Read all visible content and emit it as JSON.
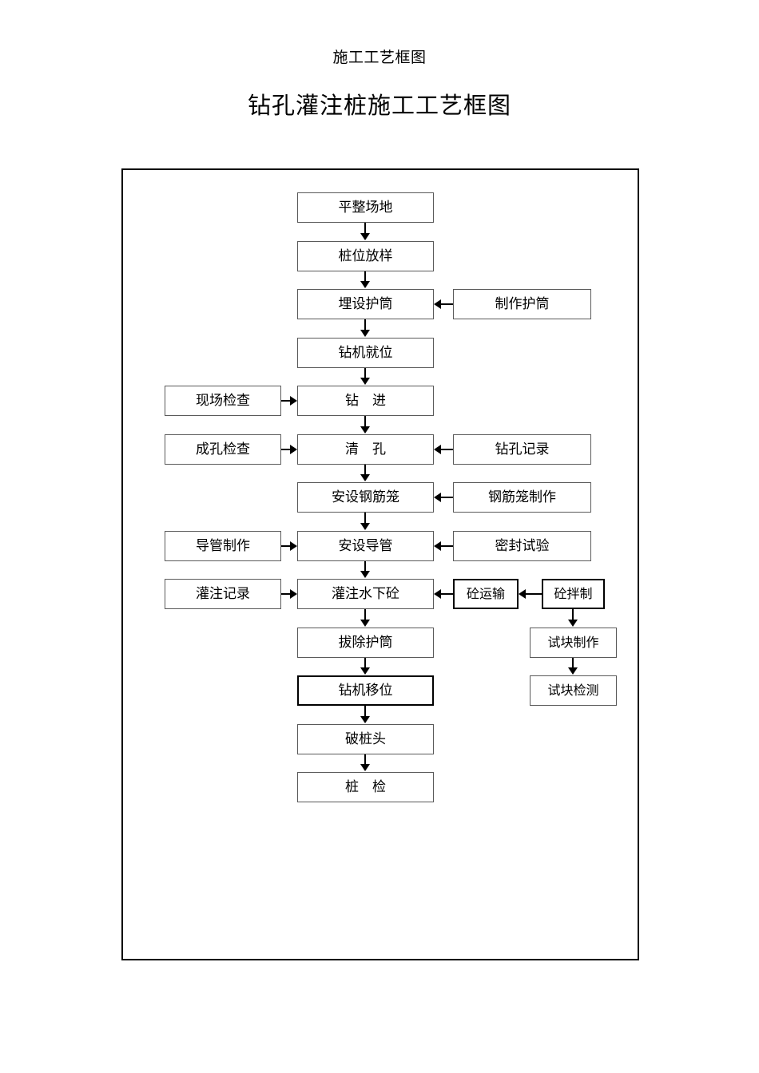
{
  "document": {
    "header_small": "施工工艺框图",
    "header_main": "钻孔灌注桩施工工艺框图"
  },
  "chart_data": {
    "type": "diagram",
    "title": "钻孔灌注桩施工工艺框图",
    "subtitle": "施工工艺框图",
    "main_flow": [
      "平整场地",
      "桩位放样",
      "埋设护筒",
      "钻机就位",
      "钻　进",
      "清　孔",
      "安设钢筋笼",
      "安设导管",
      "灌注水下砼",
      "拔除护筒",
      "钻机移位",
      "破桩头",
      "桩　检"
    ],
    "left_inputs": [
      {
        "label": "现场检查",
        "target": "钻　进"
      },
      {
        "label": "成孔检查",
        "target": "清　孔"
      },
      {
        "label": "导管制作",
        "target": "安设导管"
      },
      {
        "label": "灌注记录",
        "target": "灌注水下砼"
      }
    ],
    "right_inputs": [
      {
        "label": "制作护筒",
        "target": "埋设护筒"
      },
      {
        "label": "钻孔记录",
        "target": "清　孔"
      },
      {
        "label": "钢筋笼制作",
        "target": "安设钢筋笼"
      },
      {
        "label": "密封试验",
        "target": "安设导管"
      },
      {
        "label": "砼运输",
        "target": "灌注水下砼"
      }
    ],
    "concrete_branch": [
      "砼拌制",
      "试块制作",
      "试块检测"
    ],
    "emphasized_node": "钻机移位",
    "edges": [
      {
        "from": "平整场地",
        "to": "桩位放样",
        "dir": "down"
      },
      {
        "from": "桩位放样",
        "to": "埋设护筒",
        "dir": "down"
      },
      {
        "from": "制作护筒",
        "to": "埋设护筒",
        "dir": "left"
      },
      {
        "from": "埋设护筒",
        "to": "钻机就位",
        "dir": "down"
      },
      {
        "from": "钻机就位",
        "to": "钻　进",
        "dir": "down"
      },
      {
        "from": "现场检查",
        "to": "钻　进",
        "dir": "right"
      },
      {
        "from": "钻　进",
        "to": "清　孔",
        "dir": "down"
      },
      {
        "from": "成孔检查",
        "to": "清　孔",
        "dir": "right"
      },
      {
        "from": "钻孔记录",
        "to": "清　孔",
        "dir": "left"
      },
      {
        "from": "清　孔",
        "to": "安设钢筋笼",
        "dir": "down"
      },
      {
        "from": "钢筋笼制作",
        "to": "安设钢筋笼",
        "dir": "left"
      },
      {
        "from": "安设钢筋笼",
        "to": "安设导管",
        "dir": "down"
      },
      {
        "from": "导管制作",
        "to": "安设导管",
        "dir": "right"
      },
      {
        "from": "密封试验",
        "to": "安设导管",
        "dir": "left"
      },
      {
        "from": "安设导管",
        "to": "灌注水下砼",
        "dir": "down"
      },
      {
        "from": "灌注记录",
        "to": "灌注水下砼",
        "dir": "right"
      },
      {
        "from": "砼运输",
        "to": "灌注水下砼",
        "dir": "left"
      },
      {
        "from": "砼拌制",
        "to": "砼运输",
        "dir": "left"
      },
      {
        "from": "砼拌制",
        "to": "试块制作",
        "dir": "down"
      },
      {
        "from": "试块制作",
        "to": "试块检测",
        "dir": "down"
      },
      {
        "from": "灌注水下砼",
        "to": "拔除护筒",
        "dir": "down"
      },
      {
        "from": "拔除护筒",
        "to": "钻机移位",
        "dir": "down"
      },
      {
        "from": "钻机移位",
        "to": "破桩头",
        "dir": "down"
      },
      {
        "from": "破桩头",
        "to": "桩　检",
        "dir": "down"
      }
    ]
  },
  "nodes": {
    "n01": "平整场地",
    "n02": "桩位放样",
    "n03": "埋设护筒",
    "n04": "钻机就位",
    "n05": "钻　进",
    "n06": "清　孔",
    "n07": "安设钢筋笼",
    "n08": "安设导管",
    "n09": "灌注水下砼",
    "n10": "拔除护筒",
    "n11": "钻机移位",
    "n12": "破桩头",
    "n13": "桩　检",
    "l05": "现场检查",
    "l06": "成孔检查",
    "l08": "导管制作",
    "l09": "灌注记录",
    "r03": "制作护筒",
    "r06": "钻孔记录",
    "r07": "钢筋笼制作",
    "r08": "密封试验",
    "r09a": "砼运输",
    "r09b": "砼拌制",
    "b10": "试块制作",
    "b11": "试块检测"
  },
  "colors": {
    "frame_border": "#000000",
    "node_border": "#5a5a5a",
    "node_border_bold": "#000000",
    "connector": "#000000",
    "background": "#ffffff",
    "text": "#000000"
  }
}
